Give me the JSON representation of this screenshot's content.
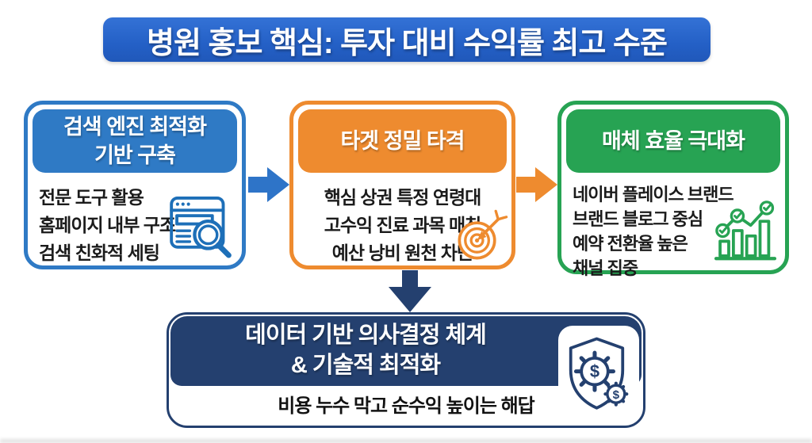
{
  "title": "병원 홍보 핵심: 투자 대비 수익률 최고 수준",
  "colors": {
    "banner_blue": "#2a66cc",
    "box_blue": "#2f7ac5",
    "box_orange": "#ee8b2f",
    "box_green": "#27a353",
    "navy": "#24406f",
    "icon_blue": "#1d6fb8",
    "body_text": "#1b1b1b"
  },
  "boxes": [
    {
      "name": "seo-foundation",
      "header_lines": [
        "검색 엔진 최적화",
        "기반 구축"
      ],
      "lines": [
        "전문 도구 활용",
        "홈페이지 내부 구조",
        "검색 친화적 세팅"
      ],
      "icon": "browser-search-icon"
    },
    {
      "name": "target-precision",
      "header_lines": [
        "타겟 정밀 타격"
      ],
      "lines": [
        "핵심 상권 특정 연령대",
        "고수익 진료 과목 매칭",
        "예산 낭비 원천 차단"
      ],
      "icon": "target-dart-icon"
    },
    {
      "name": "media-efficiency",
      "header_lines": [
        "매체 효율 극대화"
      ],
      "lines": [
        "네이버 플레이스 브랜드",
        "브랜드 블로그 중심",
        "예약 전환율 높은",
        "채널 집중"
      ],
      "icon": "growth-chart-icon"
    }
  ],
  "bottom_box": {
    "title_lines": [
      "데이터 기반 의사결정 체계",
      "& 기술적 최적화"
    ],
    "subtitle": "비용 누수 막고 순수익 높이는 해답",
    "icon": "shield-gear-dollar-icon"
  }
}
